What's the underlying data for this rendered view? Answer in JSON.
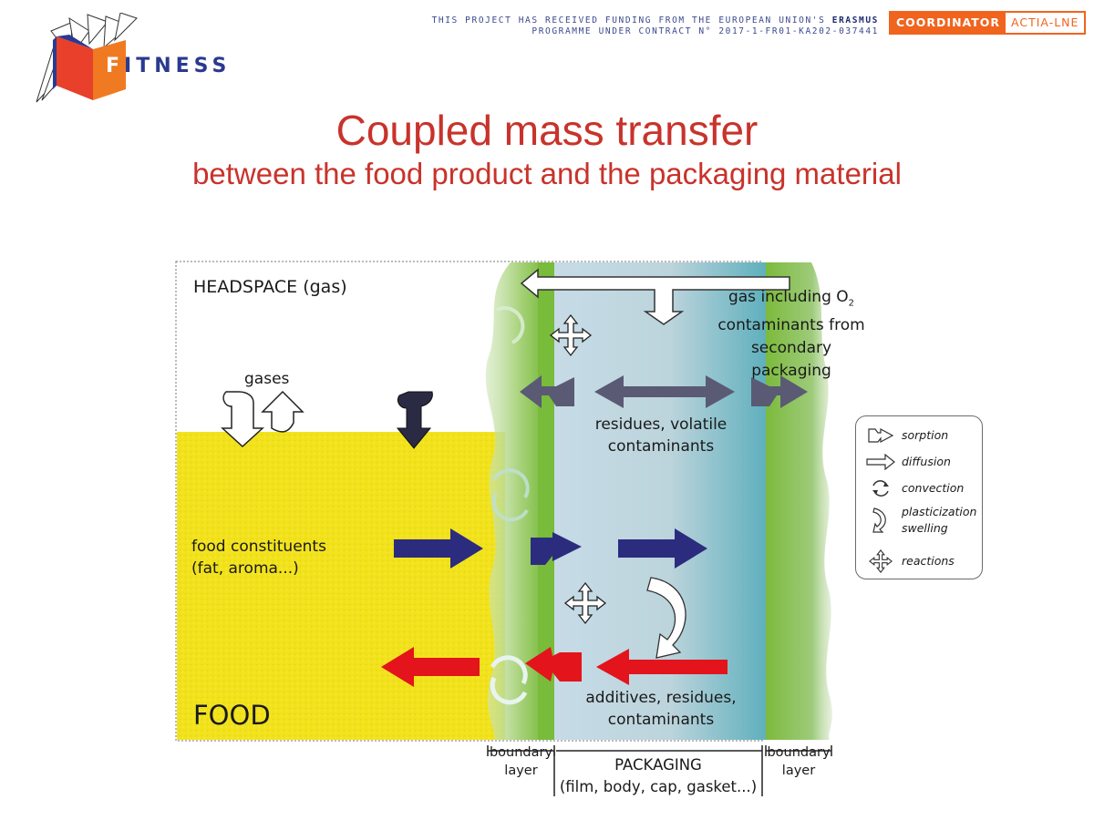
{
  "header": {
    "logo_text": "FITNESS",
    "funding_line1_pre": "THIS PROJECT HAS RECEIVED FUNDING FROM THE EUROPEAN UNION'S ",
    "funding_line1_bold": "ERASMUS",
    "funding_line2": "PROGRAMME UNDER CONTRACT N° 2017-1-FR01-KA202-037441",
    "coordinator_label": "COORDINATOR",
    "coordinator_name": "ACTIA-LNE"
  },
  "slide": {
    "title": "Coupled mass transfer",
    "subtitle": "between the food product and the packaging material"
  },
  "diagram": {
    "headspace": "HEADSPACE (gas)",
    "gases": "gases",
    "gas_line1": "gas including O",
    "gas_o2_sub": "2",
    "gas_line2": "contaminants from",
    "gas_line3": "secondary packaging",
    "residues_line1": "residues, volatile",
    "residues_line2": "contaminants",
    "food_constituents_line1": "food constituents",
    "food_constituents_line2": "(fat, aroma...)",
    "additives_line1": "additives, residues,",
    "additives_line2": "contaminants",
    "food": "FOOD",
    "boundary_left_1": "boundary",
    "boundary_left_2": "layer",
    "packaging_1": "PACKAGING",
    "packaging_2": "(film, body, cap, gasket...)",
    "boundary_right_1": "boundary",
    "boundary_right_2": "layer",
    "colors": {
      "food": "#f2e21c",
      "packaging": "#c6dbe6",
      "packaging_edge": "#5fb0bd",
      "boundary": "#79bb3a",
      "arrow_navy": "#2b2c7e",
      "arrow_gray": "#5a5a74",
      "arrow_red": "#e3141c"
    }
  },
  "legend": {
    "items": [
      {
        "icon": "sorption-icon",
        "label": "sorption"
      },
      {
        "icon": "diffusion-arrow-icon",
        "label": "diffusion"
      },
      {
        "icon": "convection-icon",
        "label": "convection"
      },
      {
        "icon": "plasticization-icon",
        "label": "plasticization"
      },
      {
        "icon": "reactions-icon",
        "label": "reactions"
      }
    ],
    "plasticization_line2": "swelling"
  }
}
